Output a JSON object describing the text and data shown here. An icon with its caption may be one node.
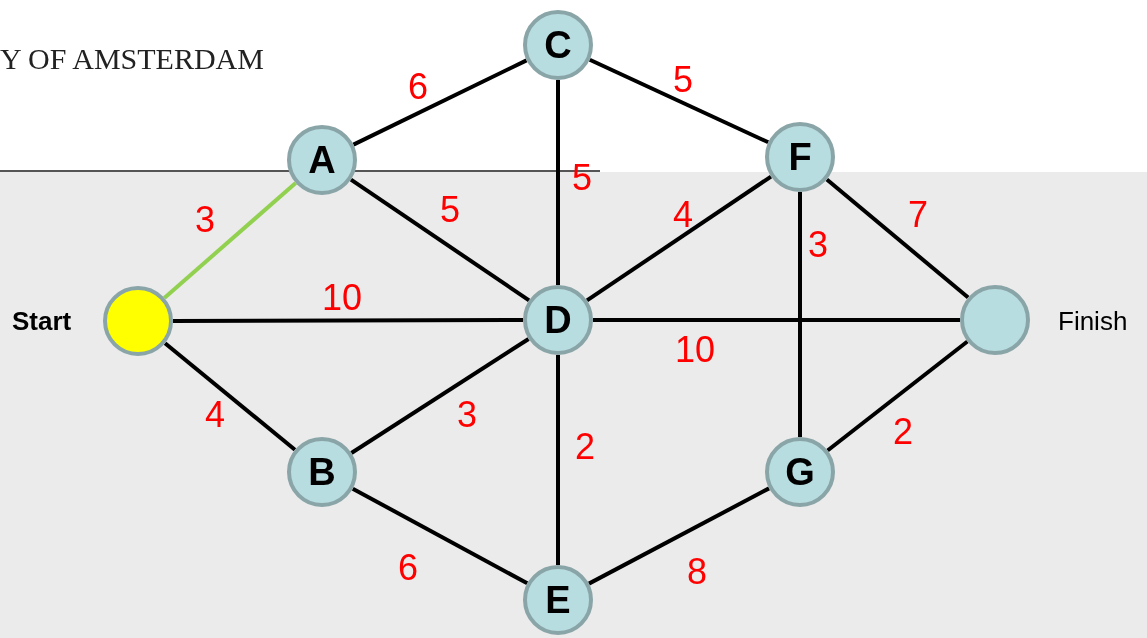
{
  "diagram": {
    "nodes": [
      {
        "text": [],
        "shape": "circle",
        "beside": [
          "Start"
        ]
      },
      {
        "text": [
          "A"
        ]
      },
      {
        "text": [
          "C"
        ]
      },
      {
        "text": [
          "F"
        ]
      },
      {
        "text": [
          "D"
        ]
      },
      {
        "text": [],
        "shape": "circle",
        "beside": [
          "Finish"
        ]
      },
      {
        "text": [
          "B"
        ]
      },
      {
        "text": [
          "G"
        ]
      },
      {
        "text": [
          "E"
        ]
      }
    ],
    "edges": [
      {
        "from": 0,
        "to": 1,
        "arrow": "none",
        "label": "3",
        "color": "#92d050"
      },
      {
        "from": 1,
        "to": 2,
        "arrow": "none",
        "label": "6"
      },
      {
        "from": 2,
        "to": 3,
        "arrow": "none",
        "label": "5"
      },
      {
        "from": 1,
        "to": 4,
        "arrow": "none",
        "label": "5"
      },
      {
        "from": 2,
        "to": 4,
        "arrow": "none",
        "label": "5"
      },
      {
        "from": 4,
        "to": 3,
        "arrow": "none",
        "label": "4"
      },
      {
        "from": 3,
        "to": 5,
        "arrow": "none",
        "label": "7"
      },
      {
        "from": 3,
        "to": 7,
        "arrow": "none",
        "label": "3"
      },
      {
        "from": 0,
        "to": 4,
        "arrow": "none",
        "label": "10"
      },
      {
        "from": 4,
        "to": 5,
        "arrow": "none",
        "label": "10"
      },
      {
        "from": 0,
        "to": 6,
        "arrow": "none",
        "label": "4"
      },
      {
        "from": 6,
        "to": 4,
        "arrow": "none",
        "label": "3"
      },
      {
        "from": 4,
        "to": 8,
        "arrow": "none",
        "label": "2"
      },
      {
        "from": 5,
        "to": 7,
        "arrow": "none",
        "label": "2"
      },
      {
        "from": 6,
        "to": 8,
        "arrow": "none",
        "label": "6"
      },
      {
        "from": 8,
        "to": 7,
        "arrow": "none",
        "label": "8"
      }
    ],
    "labels": [
      "Y OF AMSTERDAM"
    ]
  }
}
